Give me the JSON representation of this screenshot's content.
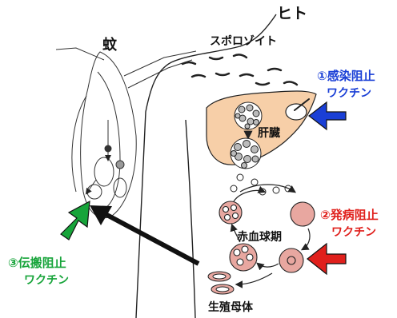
{
  "labels": {
    "human": "ヒト",
    "mosquito": "蚊",
    "sporozoite": "スポロゾイト",
    "liver": "肝臓",
    "erythrocytic_stage": "赤血球期",
    "gametocyte": "生殖母体"
  },
  "vaccines": [
    {
      "line1": "①感染阻止",
      "line2": "ワクチン",
      "color": "#1a3fd6"
    },
    {
      "line1": "②発病阻止",
      "line2": "ワクチン",
      "color": "#e0201c"
    },
    {
      "line1": "③伝搬阻止",
      "line2": "ワクチン",
      "color": "#17a43a"
    }
  ],
  "colors": {
    "liver_fill": "#f7cfa8",
    "cell_fill": "#e8a7a0",
    "outline": "#222222"
  }
}
